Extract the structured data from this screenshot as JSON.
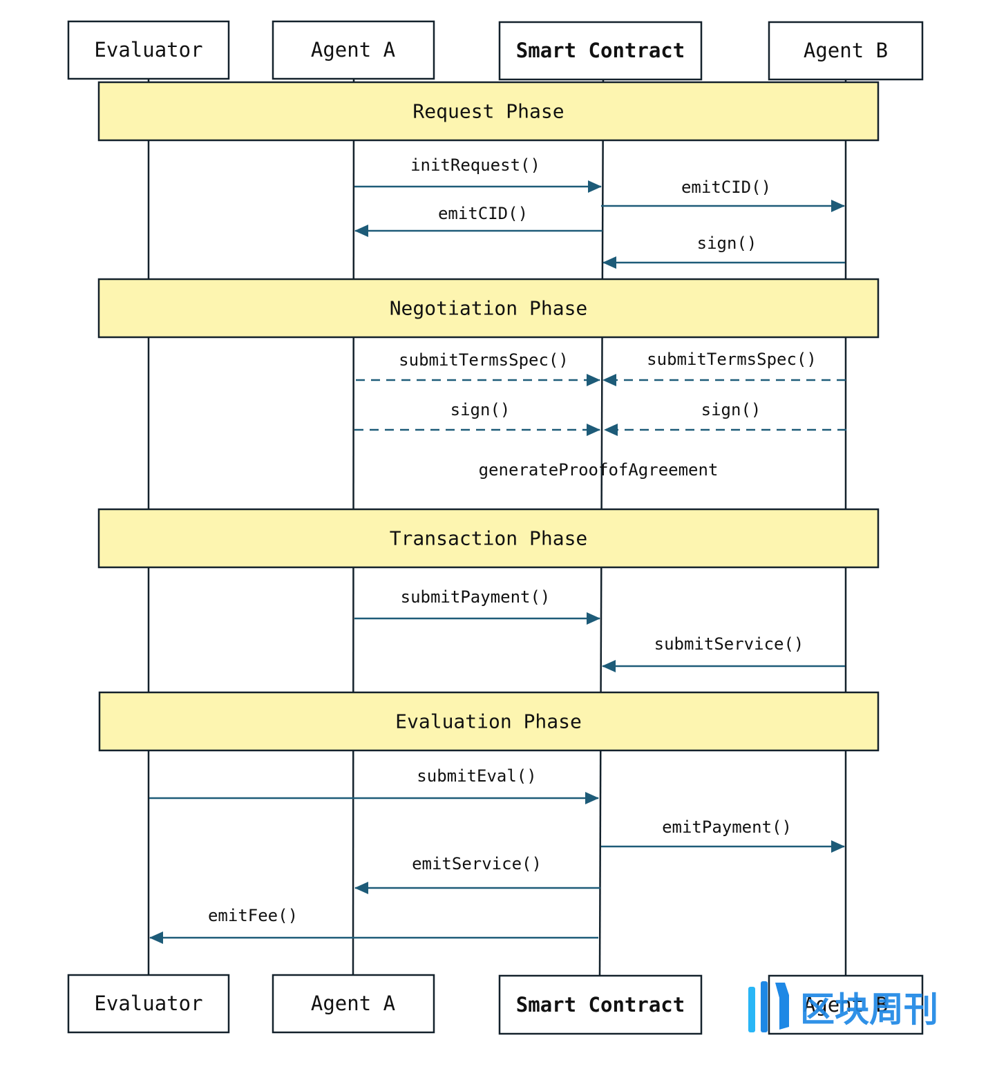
{
  "colors": {
    "line": "#13212b",
    "arrow": "#1d5b78",
    "phase_fill": "#fdf5b0",
    "watermark_blue": "#1e88e5",
    "watermark_cyan": "#29b6f6"
  },
  "actors": [
    {
      "id": "evaluator",
      "label": "Evaluator",
      "bold": false
    },
    {
      "id": "agent-a",
      "label": "Agent A",
      "bold": false
    },
    {
      "id": "smart-contract",
      "label": "Smart Contract",
      "bold": true
    },
    {
      "id": "agent-b",
      "label": "Agent B",
      "bold": false
    }
  ],
  "phases": [
    {
      "id": "request",
      "label": "Request Phase"
    },
    {
      "id": "negotiation",
      "label": "Negotiation Phase"
    },
    {
      "id": "transaction",
      "label": "Transaction Phase"
    },
    {
      "id": "evaluation",
      "label": "Evaluation Phase"
    }
  ],
  "messages": [
    {
      "id": "init-request",
      "from": "agent-a",
      "to": "smart-contract",
      "label": "initRequest()",
      "style": "solid"
    },
    {
      "id": "emit-cid-b",
      "from": "smart-contract",
      "to": "agent-b",
      "label": "emitCID()",
      "style": "solid"
    },
    {
      "id": "emit-cid-a",
      "from": "smart-contract",
      "to": "agent-a",
      "label": "emitCID()",
      "style": "solid"
    },
    {
      "id": "sign-b-request",
      "from": "agent-b",
      "to": "smart-contract",
      "label": "sign()",
      "style": "solid"
    },
    {
      "id": "submit-terms-a",
      "from": "agent-a",
      "to": "smart-contract",
      "label": "submitTermsSpec()",
      "style": "dashed"
    },
    {
      "id": "submit-terms-b",
      "from": "agent-b",
      "to": "smart-contract",
      "label": "submitTermsSpec()",
      "style": "dashed"
    },
    {
      "id": "sign-a-negotiation",
      "from": "agent-a",
      "to": "smart-contract",
      "label": "sign()",
      "style": "dashed"
    },
    {
      "id": "sign-b-negotiation",
      "from": "agent-b",
      "to": "smart-contract",
      "label": "sign()",
      "style": "dashed"
    },
    {
      "id": "submit-payment",
      "from": "agent-a",
      "to": "smart-contract",
      "label": "submitPayment()",
      "style": "solid"
    },
    {
      "id": "submit-service",
      "from": "agent-b",
      "to": "smart-contract",
      "label": "submitService()",
      "style": "solid"
    },
    {
      "id": "submit-eval",
      "from": "evaluator",
      "to": "smart-contract",
      "label": "submitEval()",
      "style": "solid"
    },
    {
      "id": "emit-payment",
      "from": "smart-contract",
      "to": "agent-b",
      "label": "emitPayment()",
      "style": "solid"
    },
    {
      "id": "emit-service",
      "from": "smart-contract",
      "to": "agent-a",
      "label": "emitService()",
      "style": "solid"
    },
    {
      "id": "emit-fee",
      "from": "smart-contract",
      "to": "evaluator",
      "label": "emitFee()",
      "style": "solid"
    }
  ],
  "notes": [
    {
      "id": "proof-of-agreement",
      "label": "generateProofofAgreement"
    }
  ],
  "watermark": {
    "label": "区块周刊",
    "icon": "watermark-logo-icon"
  }
}
